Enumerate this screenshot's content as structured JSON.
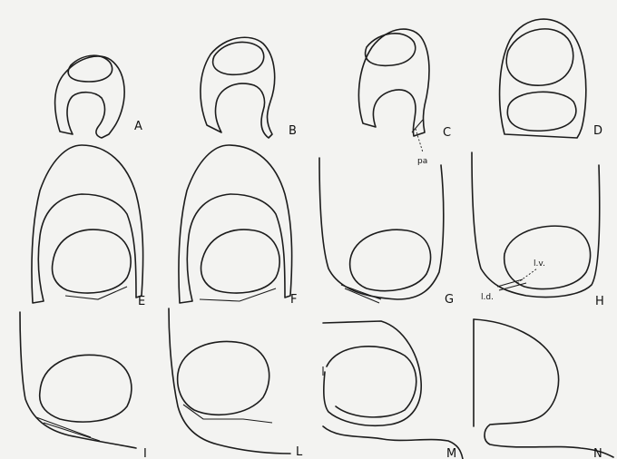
{
  "panels": [
    {
      "id": "A",
      "label": "A"
    },
    {
      "id": "B",
      "label": "B"
    },
    {
      "id": "C",
      "label": "C"
    },
    {
      "id": "D",
      "label": "D"
    },
    {
      "id": "E",
      "label": "E"
    },
    {
      "id": "F",
      "label": "F"
    },
    {
      "id": "G",
      "label": "G"
    },
    {
      "id": "H",
      "label": "H"
    },
    {
      "id": "I",
      "label": "I"
    },
    {
      "id": "L",
      "label": "L"
    },
    {
      "id": "M",
      "label": "M"
    },
    {
      "id": "N",
      "label": "N"
    }
  ],
  "annotations": {
    "pa": "pa",
    "lv": "l.v.",
    "ld": "l.d."
  },
  "colors": {
    "ink": "#1c1c1c",
    "paper": "#f3f3f1"
  }
}
